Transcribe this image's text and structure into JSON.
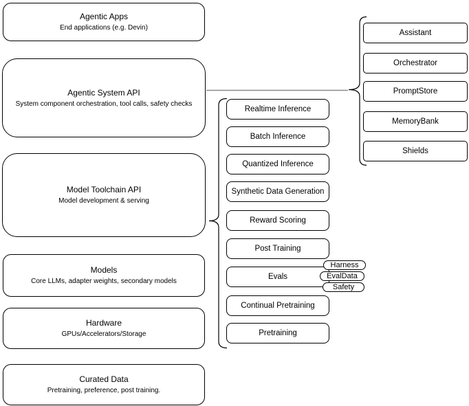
{
  "canvas": {
    "background": "#ffffff",
    "stroke_color": "#000000",
    "connector_color": "#8c8c8c"
  },
  "layer_stack": [
    {
      "title": "Agentic Apps",
      "subtitle": "End applications (e.g. Devin)"
    },
    {
      "title": "Agentic System API",
      "subtitle": "System component orchestration, tool calls, safety checks"
    },
    {
      "title": "Model Toolchain API",
      "subtitle": "Model development & serving"
    },
    {
      "title": "Models",
      "subtitle": "Core LLMs, adapter weights, secondary models"
    },
    {
      "title": "Hardware",
      "subtitle": "GPUs/Accelerators/Storage"
    },
    {
      "title": "Curated Data",
      "subtitle": "Pretraining, preference, post training."
    }
  ],
  "toolchain_services": [
    {
      "label": "Realtime Inference"
    },
    {
      "label": "Batch Inference"
    },
    {
      "label": "Quantized Inference"
    },
    {
      "label": "Synthetic Data Generation"
    },
    {
      "label": "Reward Scoring"
    },
    {
      "label": "Post Training"
    },
    {
      "label": "Evals"
    },
    {
      "label": "Continual Pretraining"
    },
    {
      "label": "Pretraining"
    }
  ],
  "evals_tags": [
    {
      "label": "Harness"
    },
    {
      "label": "EvalData"
    },
    {
      "label": "Safety"
    }
  ],
  "system_components": [
    {
      "label": "Assistant"
    },
    {
      "label": "Orchestrator"
    },
    {
      "label": "PromptStore"
    },
    {
      "label": "MemoryBank"
    },
    {
      "label": "Shields"
    }
  ]
}
